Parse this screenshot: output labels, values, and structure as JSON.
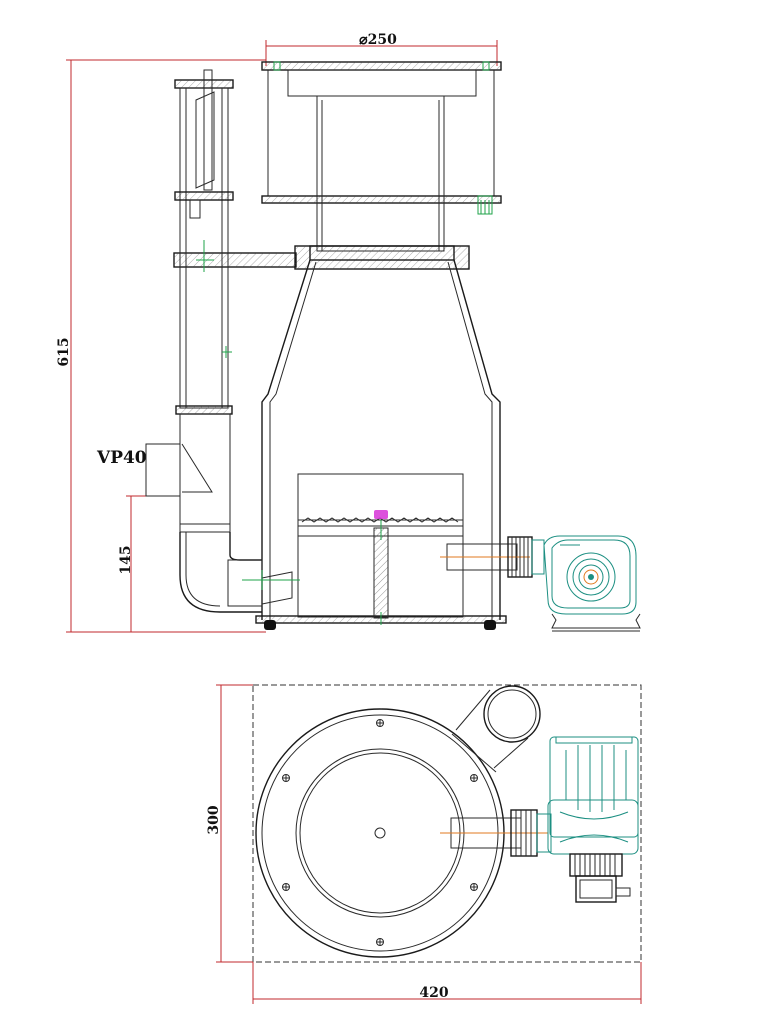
{
  "dimensions": {
    "top_diameter": "⌀250",
    "total_height": "615",
    "inlet_height": "145",
    "depth": "300",
    "width": "420"
  },
  "labels": {
    "pump_model": "VP40"
  },
  "colors": {
    "line": "#2a2a2a",
    "dimension": "#c0282d",
    "pump": "#1c8f82",
    "centerline": "#1fa34a",
    "accent": "#e07a1f",
    "valve": "#d633d6"
  }
}
